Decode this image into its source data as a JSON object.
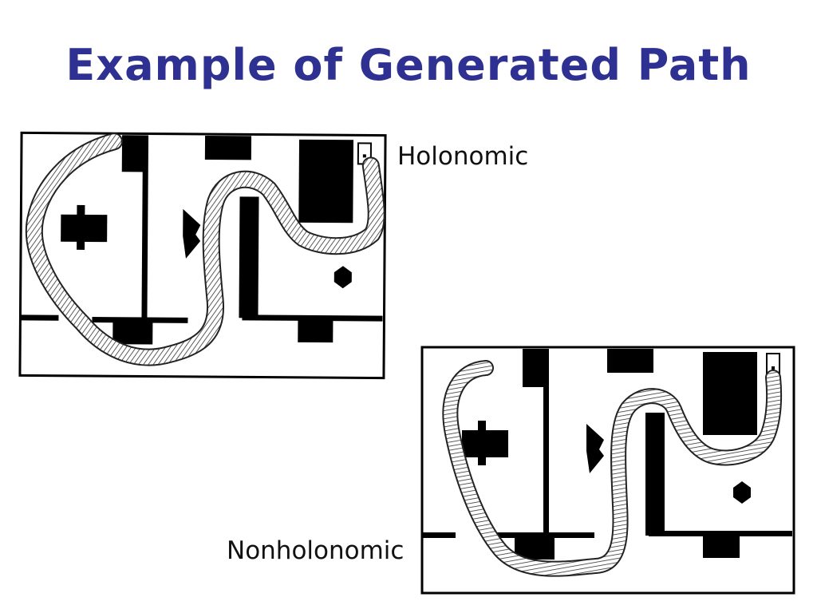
{
  "slide": {
    "title": "Example of Generated Path",
    "title_color": "#2E3192"
  },
  "figures": [
    {
      "label": "Holonomic"
    },
    {
      "label": "Nonholonomic"
    }
  ]
}
